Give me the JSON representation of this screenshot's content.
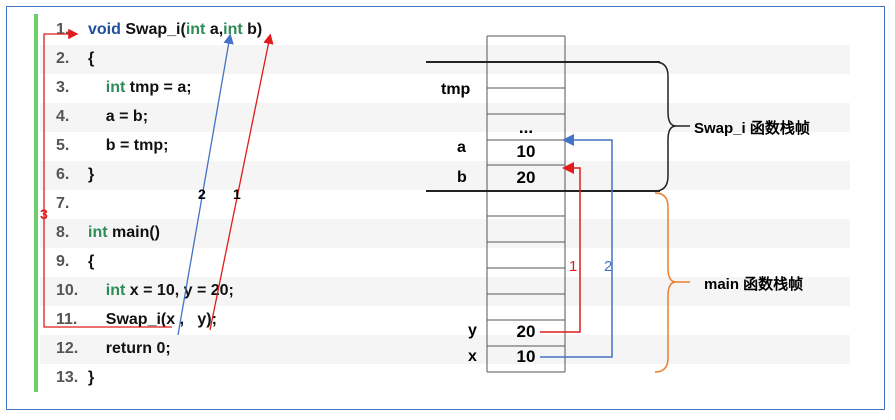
{
  "code_lines": [
    {
      "n": "1.",
      "tokens": [
        {
          "t": "void ",
          "c": "blue"
        },
        {
          "t": "Swap_i(",
          "c": "plain"
        },
        {
          "t": "int ",
          "c": "green"
        },
        {
          "t": "a,",
          "c": "plain"
        },
        {
          "t": "int ",
          "c": "green"
        },
        {
          "t": "b)",
          "c": "plain"
        }
      ]
    },
    {
      "n": "2.",
      "tokens": [
        {
          "t": "{",
          "c": "plain"
        }
      ]
    },
    {
      "n": "3.",
      "tokens": [
        {
          "t": "    ",
          "c": "plain"
        },
        {
          "t": "int ",
          "c": "green"
        },
        {
          "t": "tmp = a;",
          "c": "plain"
        }
      ]
    },
    {
      "n": "4.",
      "tokens": [
        {
          "t": "    a = b;",
          "c": "plain"
        }
      ]
    },
    {
      "n": "5.",
      "tokens": [
        {
          "t": "    b = tmp;",
          "c": "plain"
        }
      ]
    },
    {
      "n": "6.",
      "tokens": [
        {
          "t": "}",
          "c": "plain"
        }
      ]
    },
    {
      "n": "7.",
      "tokens": []
    },
    {
      "n": "8.",
      "tokens": [
        {
          "t": "int ",
          "c": "green"
        },
        {
          "t": "main()",
          "c": "plain"
        }
      ]
    },
    {
      "n": "9.",
      "tokens": [
        {
          "t": "{",
          "c": "plain"
        }
      ]
    },
    {
      "n": "10.",
      "tokens": [
        {
          "t": "    ",
          "c": "plain"
        },
        {
          "t": "int ",
          "c": "green"
        },
        {
          "t": "x = 10, y = 20;",
          "c": "plain"
        }
      ]
    },
    {
      "n": "11.",
      "tokens": [
        {
          "t": "    Swap_i(x ,   y);",
          "c": "plain"
        }
      ]
    },
    {
      "n": "12.",
      "tokens": [
        {
          "t": "    return 0;",
          "c": "plain"
        }
      ]
    },
    {
      "n": "13.",
      "tokens": [
        {
          "t": "}",
          "c": "plain"
        }
      ]
    }
  ],
  "stack": {
    "labels": {
      "tmp": "tmp",
      "a": "a",
      "b": "b",
      "y": "y",
      "x": "x"
    },
    "values": {
      "ellipsis": "...",
      "a": "10",
      "b": "20",
      "y": "20",
      "x": "10"
    }
  },
  "frames": {
    "swap": "Swap_i 函数栈帧",
    "main": "main 函数栈帧"
  },
  "arrow_numbers": {
    "code_red": "1",
    "code_blue": "2",
    "code_return": "3",
    "stack_red": "1",
    "stack_blue": "2"
  },
  "colors": {
    "red": "#e11b1b",
    "blue": "#4472c4",
    "orange": "#ed7d31",
    "green_bar": "#6ccf6c"
  }
}
